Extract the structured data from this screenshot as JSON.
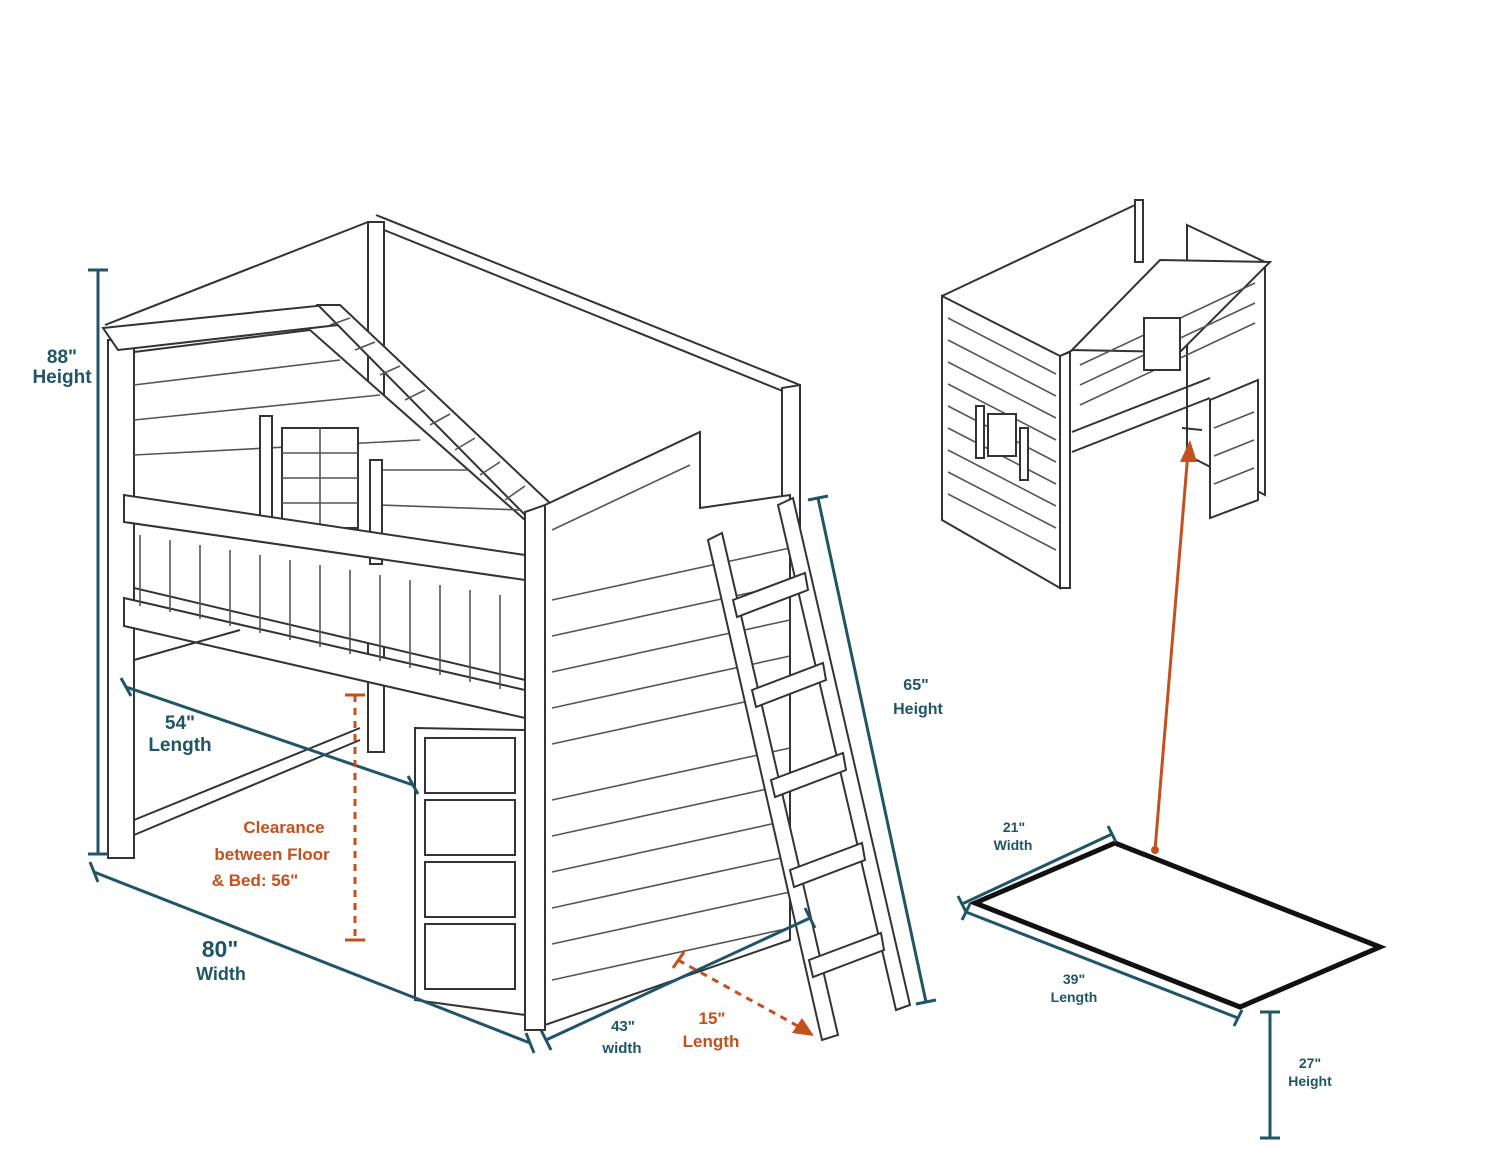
{
  "dimensions": {
    "overall_height": {
      "value": "88\"",
      "label": "Height"
    },
    "underbed_length": {
      "value": "54\"",
      "label": "Length"
    },
    "clearance": {
      "line1": "Clearance",
      "line2": "between Floor",
      "line3": "& Bed: 56\""
    },
    "overall_width": {
      "value": "80\"",
      "label": "Width"
    },
    "end_width": {
      "value": "43\"",
      "label": "width"
    },
    "ladder_length": {
      "value": "15\"",
      "label": "Length"
    },
    "ladder_height": {
      "value": "65\"",
      "label": "Height"
    },
    "desk_width": {
      "value": "21\"",
      "label": "Width"
    },
    "desk_length": {
      "value": "39\"",
      "label": "Length"
    },
    "desk_height": {
      "value": "27\"",
      "label": "Height"
    }
  },
  "colors": {
    "dimension": "#1f5567",
    "clearance": "#c4501e",
    "line_art": "#333333"
  }
}
